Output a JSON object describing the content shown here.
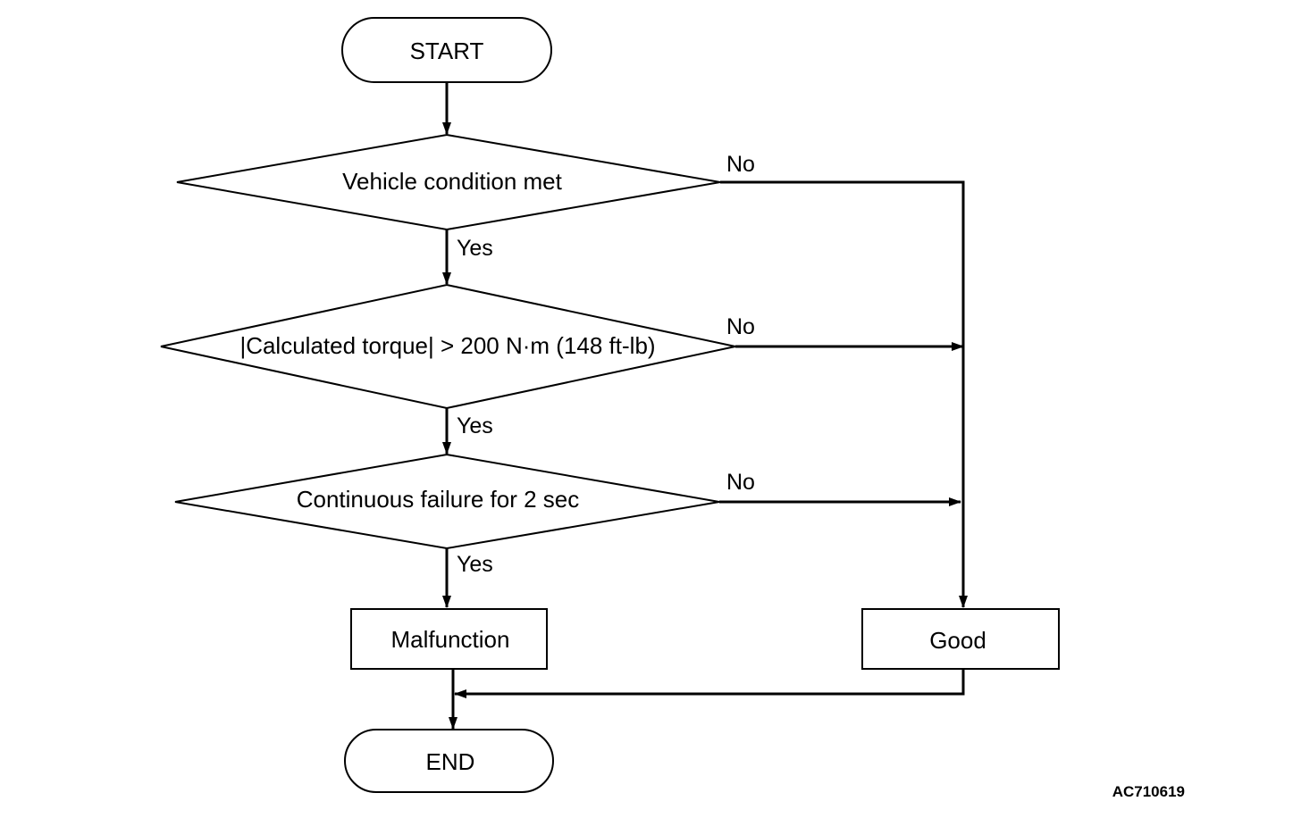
{
  "flowchart": {
    "start": "START",
    "decision_1": "Vehicle condition met",
    "decision_2": "|Calculated torque| > 200 N·m (148 ft-lb)",
    "decision_3": "Continuous failure for 2 sec",
    "malfunction": "Malfunction",
    "good": "Good",
    "end": "END"
  },
  "branch_labels": {
    "yes_1": "Yes",
    "yes_2": "Yes",
    "yes_3": "Yes",
    "no_1": "No",
    "no_2": "No",
    "no_3": "No"
  },
  "figure_code": "AC710619",
  "colors": {
    "stroke": "#000000",
    "fill": "#ffffff"
  }
}
